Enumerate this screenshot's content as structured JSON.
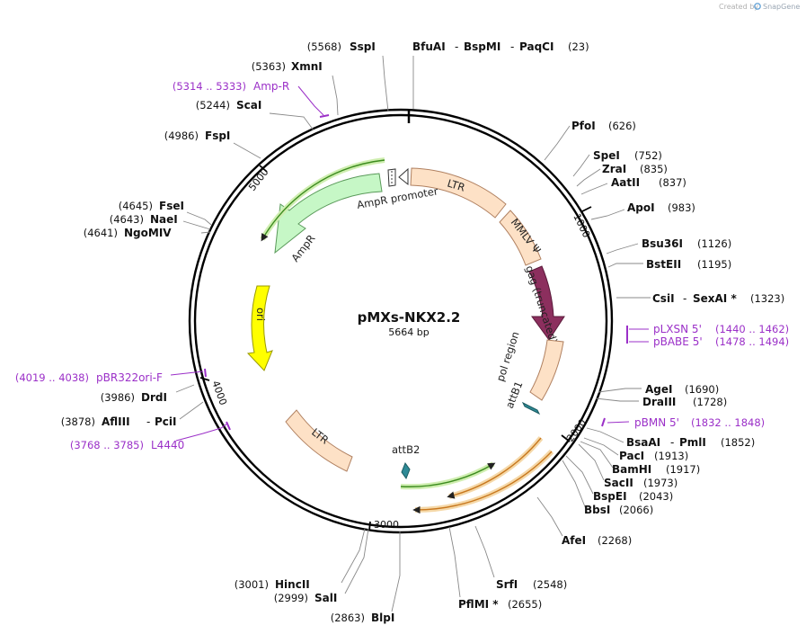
{
  "credit": {
    "prefix": "Created by",
    "brand": "SnapGene"
  },
  "plasmid": {
    "name": "pMXs-NKX2.2",
    "length": "5664 bp"
  },
  "ticks": [
    "1000",
    "2000",
    "3000",
    "4000",
    "5000"
  ],
  "sites": [
    {
      "name": "SspI",
      "pos": "(5568)"
    },
    {
      "name": "BfuAI",
      "pos": "(23)"
    },
    {
      "name": "BspMI"
    },
    {
      "name": "PaqCI"
    },
    {
      "name": "XmnI",
      "pos": "(5363)"
    },
    {
      "name": "ScaI",
      "pos": "(5244)"
    },
    {
      "name": "FspI",
      "pos": "(4986)"
    },
    {
      "name": "FseI",
      "pos": "(4645)"
    },
    {
      "name": "NaeI",
      "pos": "(4643)"
    },
    {
      "name": "NgoMIV",
      "pos": "(4641)"
    },
    {
      "name": "DrdI",
      "pos": "(3986)"
    },
    {
      "name": "AflIII",
      "pos": "(3878)"
    },
    {
      "name": "PciI"
    },
    {
      "name": "HincII",
      "pos": "(3001)"
    },
    {
      "name": "SalI",
      "pos": "(2999)"
    },
    {
      "name": "BlpI",
      "pos": "(2863)"
    },
    {
      "name": "PflMI *",
      "pos": "(2655)"
    },
    {
      "name": "SrfI",
      "pos": "(2548)"
    },
    {
      "name": "AfeI",
      "pos": "(2268)"
    },
    {
      "name": "BbsI",
      "pos": "(2066)"
    },
    {
      "name": "BspEI",
      "pos": "(2043)"
    },
    {
      "name": "SacII",
      "pos": "(1973)"
    },
    {
      "name": "BamHI",
      "pos": "(1917)"
    },
    {
      "name": "PacI",
      "pos": "(1913)"
    },
    {
      "name": "BsaAI",
      "pos": "(1852)"
    },
    {
      "name": "PmlI"
    },
    {
      "name": "DraIII",
      "pos": "(1728)"
    },
    {
      "name": "AgeI",
      "pos": "(1690)"
    },
    {
      "name": "CsiI",
      "pos": "(1323)"
    },
    {
      "name": "SexAI *"
    },
    {
      "name": "BstEII",
      "pos": "(1195)"
    },
    {
      "name": "Bsu36I",
      "pos": "(1126)"
    },
    {
      "name": "ApoI",
      "pos": "(983)"
    },
    {
      "name": "AatII",
      "pos": "(837)"
    },
    {
      "name": "ZraI",
      "pos": "(835)"
    },
    {
      "name": "SpeI",
      "pos": "(752)"
    },
    {
      "name": "PfoI",
      "pos": "(626)"
    }
  ],
  "primers": [
    {
      "name": "Amp-R",
      "range": "(5314 .. 5333)"
    },
    {
      "name": "pBR322ori-F",
      "range": "(4019 .. 4038)"
    },
    {
      "name": "L4440",
      "range": "(3768 .. 3785)"
    },
    {
      "name": "pLXSN 5'",
      "range": "(1440 .. 1462)"
    },
    {
      "name": "pBABE 5'",
      "range": "(1478 .. 1494)"
    },
    {
      "name": "pBMN 5'",
      "range": "(1832 .. 1848)"
    }
  ],
  "features": [
    {
      "name": "LTR"
    },
    {
      "name": "MMLV Ψ"
    },
    {
      "name": "gag (truncated)"
    },
    {
      "name": "pol region"
    },
    {
      "name": "attB1"
    },
    {
      "name": "attB2"
    },
    {
      "name": "LTR"
    },
    {
      "name": "ori"
    },
    {
      "name": "AmpR"
    },
    {
      "name": "AmpR promoter"
    }
  ],
  "colors": {
    "ltr": "#fde1c6",
    "gag": "#8c2f5e",
    "ori": "#ffff00",
    "ampr": "#c6f7c6",
    "att": "#2e8a96",
    "primer": "#9b30c8",
    "orf_green": "#3c8c1e",
    "orf_orange": "#c8781e"
  }
}
